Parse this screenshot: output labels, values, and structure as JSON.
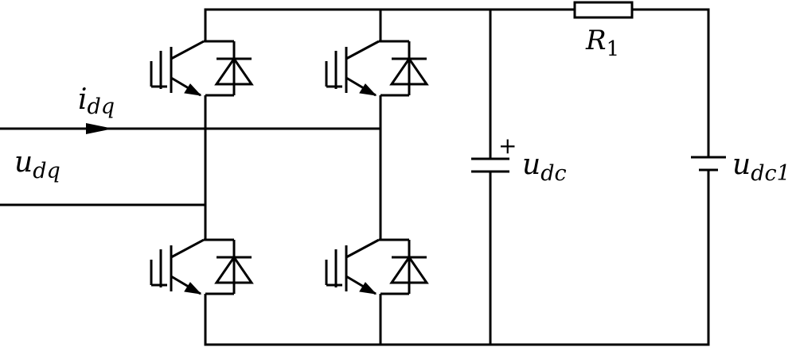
{
  "diagram": {
    "labels": {
      "current_symbol": "i",
      "current_sub": "dq",
      "voltage_symbol": "u",
      "voltage_sub": "dq",
      "cap_plus": "+",
      "cap_symbol": "u",
      "cap_sub": "dc",
      "source_symbol": "u",
      "source_sub": "dc1",
      "resistor_symbol": "R",
      "resistor_sub": "1"
    },
    "colors": {
      "stroke": "#000000",
      "background": "#ffffff"
    }
  }
}
